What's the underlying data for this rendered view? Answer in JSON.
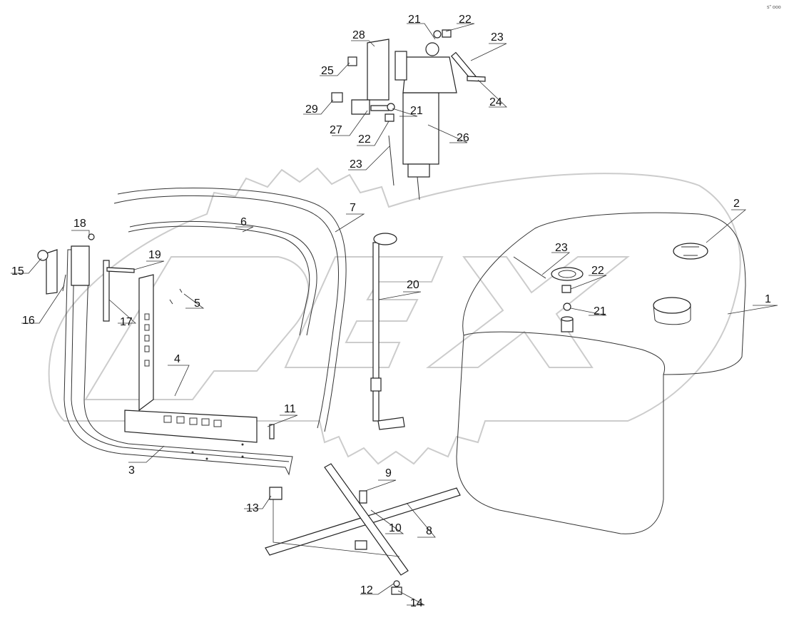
{
  "corner_mark": "s\" ooo",
  "watermark": {
    "text": "OPEX",
    "color": "#c8c8c8"
  },
  "callouts": [
    "1",
    "2",
    "3",
    "4",
    "5",
    "6",
    "7",
    "8",
    "9",
    "10",
    "11",
    "12",
    "13",
    "14",
    "15",
    "16",
    "17",
    "18",
    "19",
    "20",
    "21",
    "21",
    "21",
    "22",
    "22",
    "22",
    "23",
    "23",
    "23",
    "24",
    "25",
    "26",
    "27",
    "28",
    "29"
  ],
  "colors": {
    "line": "#222222",
    "background": "#ffffff",
    "text": "#111111"
  }
}
